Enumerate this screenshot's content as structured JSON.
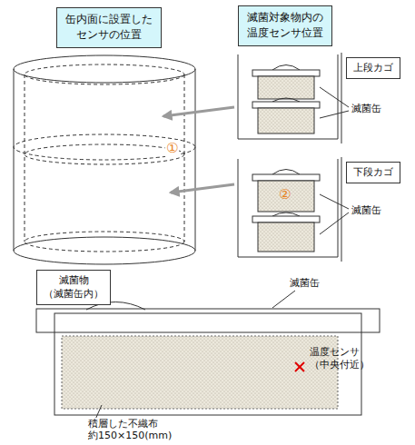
{
  "diagram": {
    "nodes": [
      {
        "text": [
          "缶内面に設置した センサの位置"
        ]
      },
      {
        "text": [
          "滅菌対象物内の 温度センサ位置"
        ]
      },
      {
        "text": [
          "上段カゴ"
        ]
      },
      {
        "text": [
          "下段カゴ"
        ]
      },
      {
        "text": [
          "滅菌物（滅菌缶内）"
        ]
      }
    ],
    "labels": [
      "①",
      "②",
      "滅菌缶",
      "滅菌缶",
      "滅菌缶",
      "温度センサ （中央付近）",
      "積層した不織布 約150×150(mm)"
    ]
  }
}
